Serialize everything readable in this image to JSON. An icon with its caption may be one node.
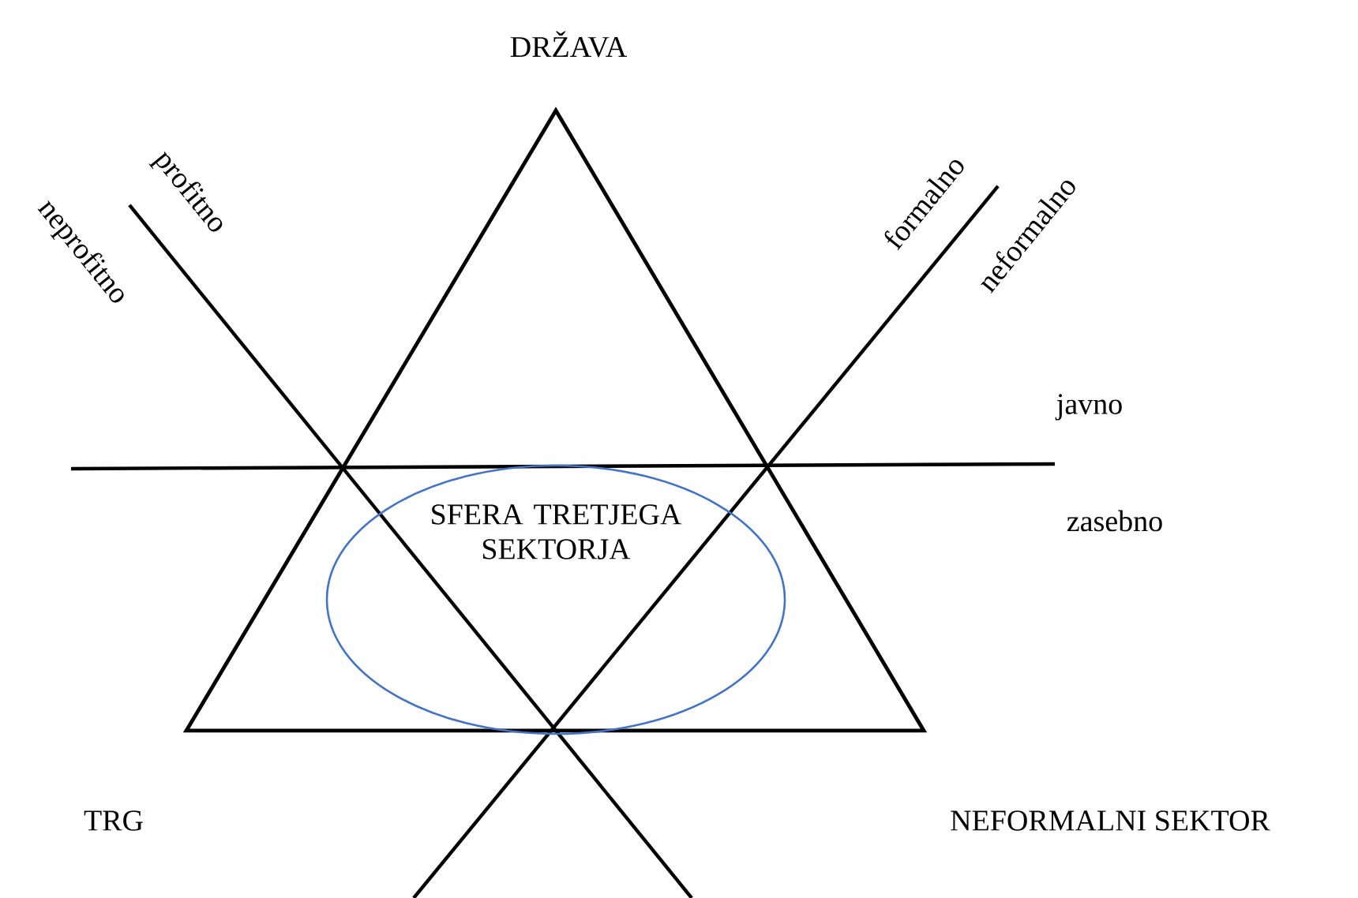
{
  "diagram": {
    "nodes": [
      {
        "text": [
          "SFERA TRETJEGA SEKTORJA"
        ]
      }
    ],
    "labels": [
      "DRŽAVA",
      "profitno",
      "neprofitno",
      "formalno",
      "neformalno",
      "javno",
      "zasebno",
      "TRG",
      "NEFORMALNI SEKTOR"
    ]
  }
}
